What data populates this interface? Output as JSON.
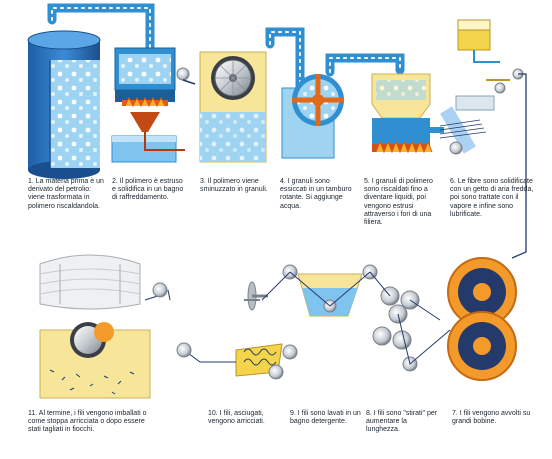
{
  "colors": {
    "pipe_blue": "#2f8fd0",
    "water_light": "#9fd3f2",
    "vessel_yellow": "#f7e69a",
    "flame_orange": "#f07a1f",
    "bobbin_orange": "#f39a2a",
    "roller_grey": "#c9cfd6",
    "fiber_navy": "#243a6b"
  },
  "steps": [
    {
      "id": 1,
      "caption": "1. La materia prima è un derivato del petrolio: viene trasformata in polimero riscaldandola."
    },
    {
      "id": 2,
      "caption": "2. Il polimero è estruso e solidifica in un bagno di raffreddamento."
    },
    {
      "id": 3,
      "caption": "3. Il polimero viene sminuzzato in granuli."
    },
    {
      "id": 4,
      "caption": "4. I granuli sono essiccati in un tamburo rotante. Si aggiunge acqua."
    },
    {
      "id": 5,
      "caption": "5. I granuli di polimero sono riscaldati fino a diventare liquidi, poi vengono estrusi attraverso i fori di una filiera."
    },
    {
      "id": 6,
      "caption": "6. Le fibre sono solidificate con un getto di aria fredda, poi sono trattate con il vapore e infine sono lubrificate."
    },
    {
      "id": 7,
      "caption": "7. I fili vengono avvolti su grandi bobine."
    },
    {
      "id": 8,
      "caption": "8. I fili sono \"stirati\" per aumentare la lunghezza."
    },
    {
      "id": 9,
      "caption": "9. I fili sono lavati in un bagno detergente."
    },
    {
      "id": 10,
      "caption": "10. I fili, asciugati, vengono arricciati."
    },
    {
      "id": 11,
      "caption": "11. Al termine, i fili vengono imballati o come stoppa arricciata o dopo essere stati tagliati in fiocchi."
    }
  ]
}
